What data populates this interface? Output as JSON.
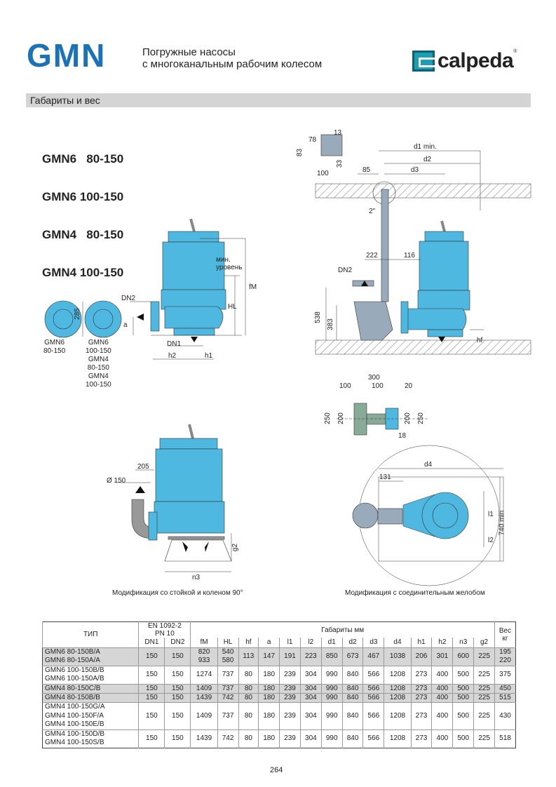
{
  "header": {
    "brand": "GMN",
    "subtitle_line1": "Погружные насосы",
    "subtitle_line2": "с многоканальным рабочим колесом",
    "logo_text": "calpeda",
    "logo_reg": "®"
  },
  "section_title": "Габариты и вес",
  "models": [
    "GMN6   80-150",
    "GMN6 100-150",
    "GMN4   80-150",
    "GMN4 100-150"
  ],
  "colors": {
    "pump": "#4fb8e0",
    "brand": "#1a73b8",
    "section_bg": "#d4d4d4"
  },
  "drawing_main": {
    "min_level_1": "мин.",
    "min_level_2": "уровень",
    "fM": "fM",
    "HL": "HL",
    "DN2": "DN2",
    "a": "a",
    "DN1": "DN1",
    "h2": "h2",
    "h1": "h1",
    "dim_285": "285",
    "flange1_caption": "GMN6\n80-150",
    "flange2_caption": "GMN6\n100-150\nGMN4\n80-150\nGMN4\n100-150"
  },
  "drawing_install": {
    "d13": "13",
    "d78": "78",
    "d83": "83",
    "d100": "100",
    "d33": "33",
    "d1": "d1 min.",
    "d2": "d2",
    "d85": "85",
    "d3": "d3",
    "pipe": "2\"",
    "d222": "222",
    "d116": "116",
    "DN2": "DN2",
    "d538": "538",
    "d383": "383",
    "hf": "hf"
  },
  "drawing_foot": {
    "d300": "300",
    "d100a": "100",
    "d100b": "100",
    "d20": "20",
    "d250a": "250",
    "d200a": "200",
    "d200b": "200",
    "d250b": "250",
    "d18": "18"
  },
  "drawing_stand": {
    "d205": "205",
    "dia150": "Ø 150",
    "g2": "g2",
    "n3": "n3",
    "caption": "Модификация со стойкой и коленом 90°"
  },
  "drawing_trough": {
    "d4": "d4",
    "d131": "131",
    "l1": "l1",
    "l2": "l2",
    "d740": "740 min",
    "caption": "Модификация с соединительным желобом"
  },
  "table": {
    "h_type": "ТИП",
    "h_en1": "EN 1092-2",
    "h_en2": "PN 10",
    "h_dims": "Габариты   мм",
    "h_weight1": "Вес",
    "h_weight2": "кг",
    "cols": [
      "DN1",
      "DN2",
      "fM",
      "HL",
      "hf",
      "a",
      "l1",
      "l2",
      "d1",
      "d2",
      "d3",
      "d4",
      "h1",
      "h2",
      "n3",
      "g2"
    ],
    "groups": [
      {
        "grey": true,
        "types": [
          "GMN6 80-150B/A",
          "GMN6 80-150A/A"
        ],
        "values": [
          "150",
          "150",
          "820\n933",
          "540\n580",
          "113",
          "147",
          "191",
          "223",
          "850",
          "673",
          "467",
          "1038",
          "206",
          "301",
          "600",
          "225"
        ],
        "weight": "195\n220"
      },
      {
        "grey": false,
        "types": [
          "GMN6 100-150B/B",
          "GMN6 100-150A/B"
        ],
        "values": [
          "150",
          "150",
          "1274",
          "737",
          "80",
          "180",
          "239",
          "304",
          "990",
          "840",
          "566",
          "1208",
          "273",
          "400",
          "500",
          "225"
        ],
        "weight": "375"
      },
      {
        "grey": true,
        "types": [
          "GMN4 80-150C/B"
        ],
        "values": [
          "150",
          "150",
          "1409",
          "737",
          "80",
          "180",
          "239",
          "304",
          "990",
          "840",
          "566",
          "1208",
          "273",
          "400",
          "500",
          "225"
        ],
        "weight": "450"
      },
      {
        "grey": true,
        "types": [
          "GMN4 80-150B/B"
        ],
        "values": [
          "150",
          "150",
          "1439",
          "742",
          "80",
          "180",
          "239",
          "304",
          "990",
          "840",
          "566",
          "1208",
          "273",
          "400",
          "500",
          "225"
        ],
        "weight": "515"
      },
      {
        "grey": false,
        "types": [
          "GMN4 100-150G/A",
          "GMN4 100-150F/A",
          "GMN4 100-150E/B"
        ],
        "values": [
          "150",
          "150",
          "1409",
          "737",
          "80",
          "180",
          "239",
          "304",
          "990",
          "840",
          "566",
          "1208",
          "273",
          "400",
          "500",
          "225"
        ],
        "weight": "430"
      },
      {
        "grey": false,
        "types": [
          "GMN4 100-150D/B",
          "GMN4 100-150S/B"
        ],
        "values": [
          "150",
          "150",
          "1439",
          "742",
          "80",
          "180",
          "239",
          "304",
          "990",
          "840",
          "566",
          "1208",
          "273",
          "400",
          "500",
          "225"
        ],
        "weight": "518"
      }
    ]
  },
  "page_number": "264"
}
